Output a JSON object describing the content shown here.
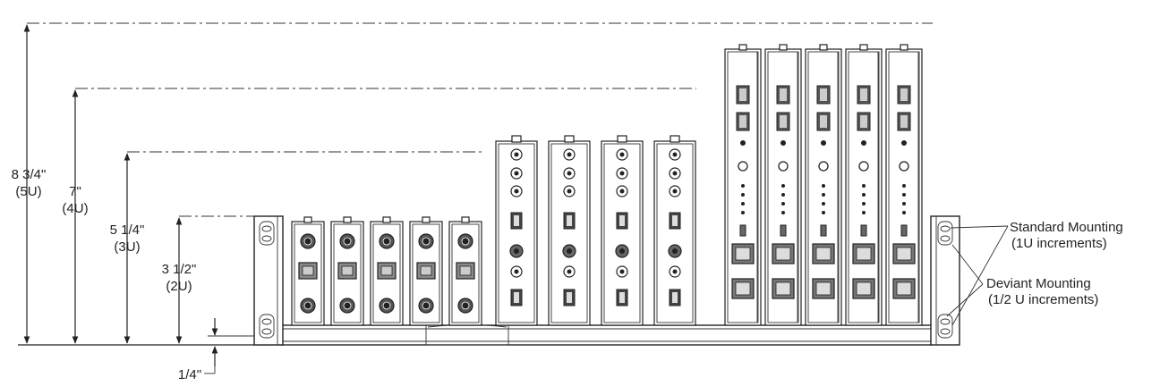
{
  "dimensions": [
    {
      "value": "8 3/4\"",
      "units": "(5U)"
    },
    {
      "value": "7\"",
      "units": "(4U)"
    },
    {
      "value": "5 1/4\"",
      "units": "(3U)"
    },
    {
      "value": "3 1/2\"",
      "units": "(2U)"
    },
    {
      "value": "1/4\"",
      "units": ""
    }
  ],
  "callouts": {
    "standard": {
      "line1": "Standard Mounting",
      "line2": "(1U increments)"
    },
    "deviant": {
      "line1": "Deviant Mounting",
      "line2": "(1/2 U increments)"
    }
  },
  "modules": {
    "small_1u_count": 5,
    "medium_3u_count": 4,
    "tall_5u_count": 5
  }
}
